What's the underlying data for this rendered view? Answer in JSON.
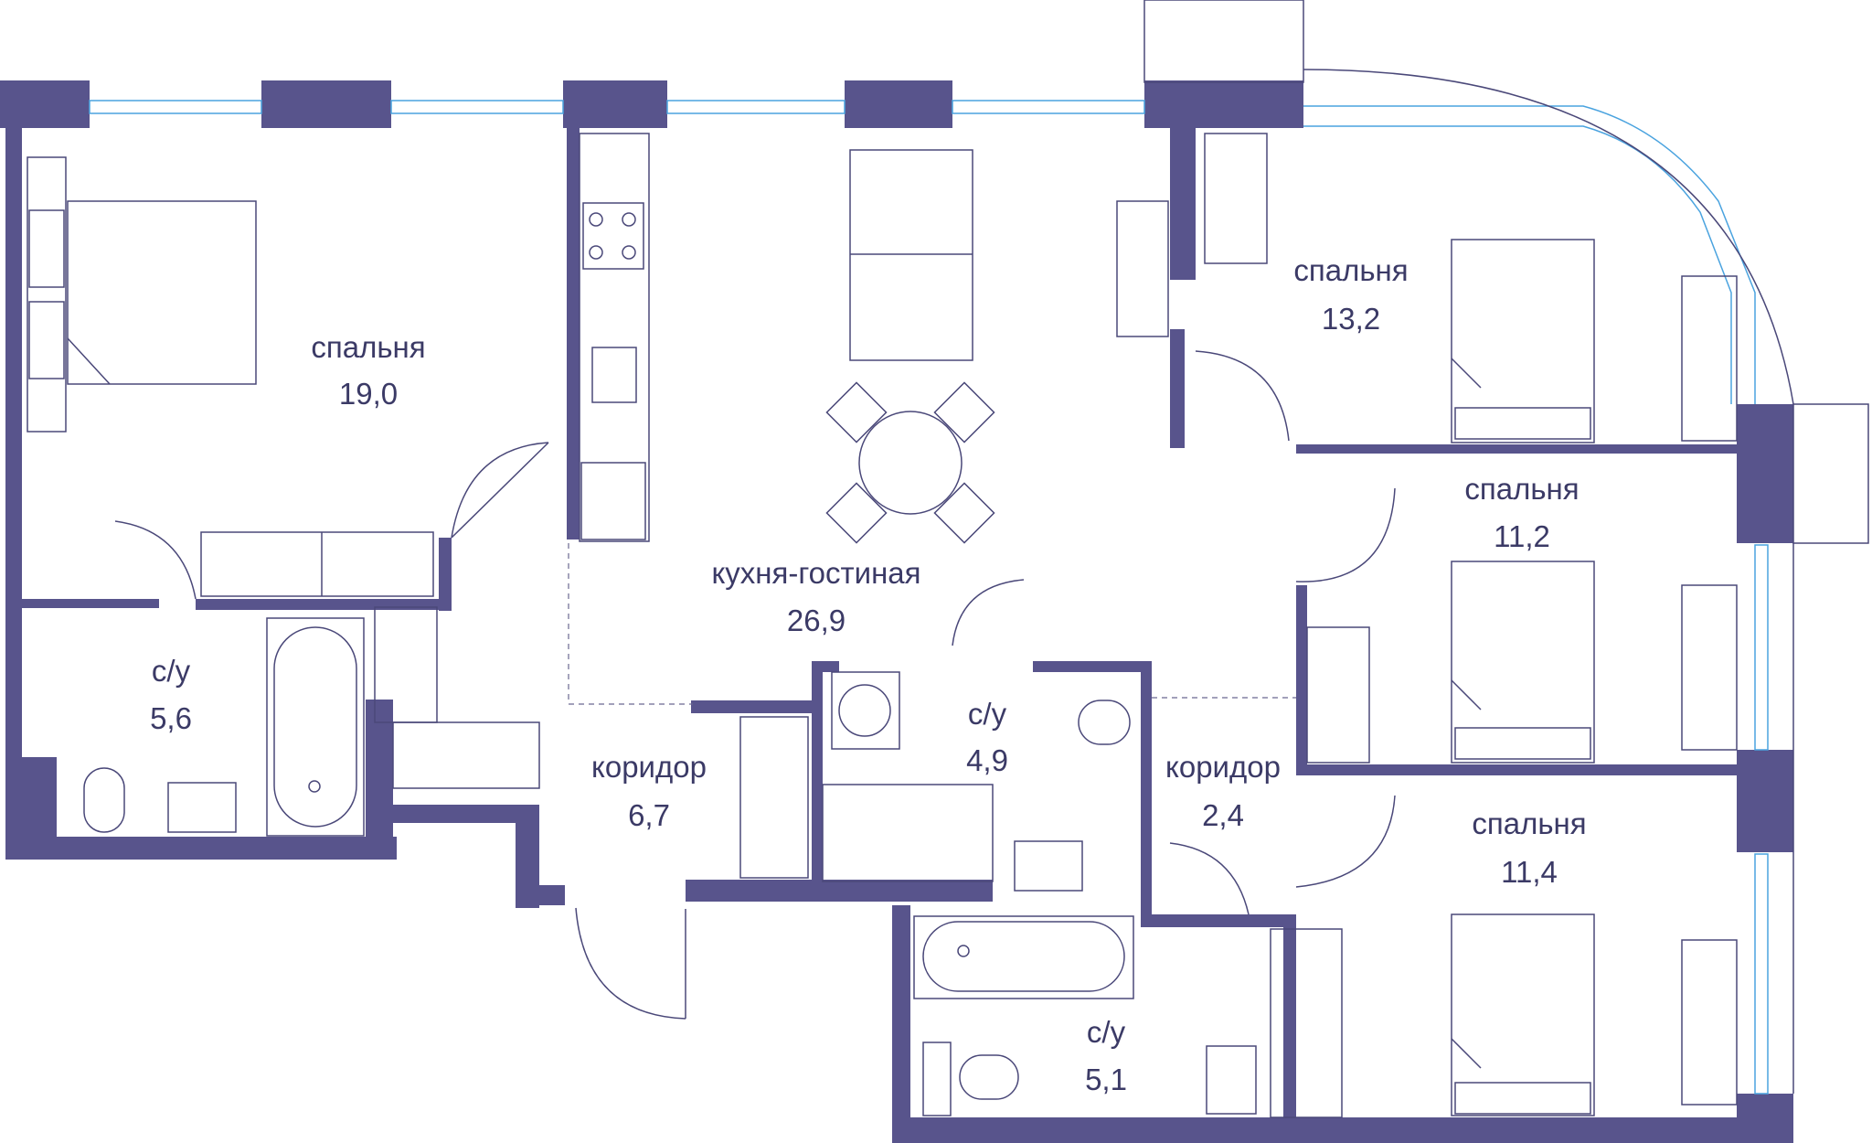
{
  "rooms": [
    {
      "id": "bedroom_1",
      "name": "спальня",
      "area": "19,0"
    },
    {
      "id": "bedroom_2",
      "name": "спальня",
      "area": "13,2"
    },
    {
      "id": "bedroom_3",
      "name": "спальня",
      "area": "11,2"
    },
    {
      "id": "bedroom_4",
      "name": "спальня",
      "area": "11,4"
    },
    {
      "id": "kitchen_living",
      "name": "кухня-гостиная",
      "area": "26,9"
    },
    {
      "id": "bath_1",
      "name": "с/у",
      "area": "5,6"
    },
    {
      "id": "bath_2",
      "name": "с/у",
      "area": "4,9"
    },
    {
      "id": "bath_3",
      "name": "с/у",
      "area": "5,1"
    },
    {
      "id": "corridor_1",
      "name": "коридор",
      "area": "6,7"
    },
    {
      "id": "corridor_2",
      "name": "коридор",
      "area": "2,4"
    }
  ],
  "colors": {
    "wall": "#58548c",
    "line": "#4a4879",
    "window": "#4aa3df",
    "text": "#3b3a66"
  }
}
